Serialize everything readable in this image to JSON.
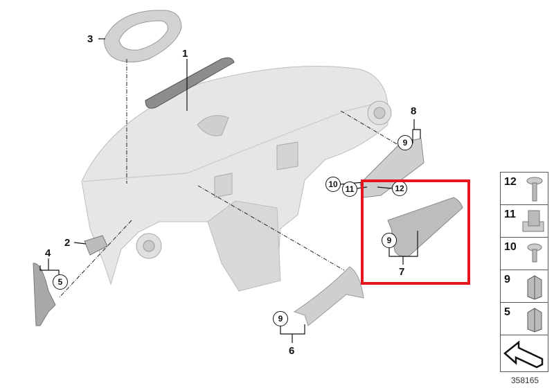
{
  "callouts": {
    "p1": "1",
    "p2": "2",
    "p3": "3",
    "p4": "4",
    "p5": "5",
    "p6": "6",
    "p7": "7",
    "p8": "8",
    "p9_a": "9",
    "p9_b": "9",
    "p9_c": "9",
    "p10": "10",
    "p11": "11",
    "p12": "12"
  },
  "legend": [
    {
      "label": "12",
      "icon": "screw-washer-long-icon"
    },
    {
      "label": "11",
      "icon": "nut-clip-icon"
    },
    {
      "label": "10",
      "icon": "screw-washer-short-icon"
    },
    {
      "label": "9",
      "icon": "spring-clip-icon"
    },
    {
      "label": "5",
      "icon": "spring-clip-icon"
    },
    {
      "label": "",
      "icon": "direction-arrow-icon"
    }
  ],
  "diagram_number": "358165",
  "colors": {
    "highlight": "#e4161b",
    "part": "#dcdcdc",
    "part_dark": "#a8a8a8"
  }
}
